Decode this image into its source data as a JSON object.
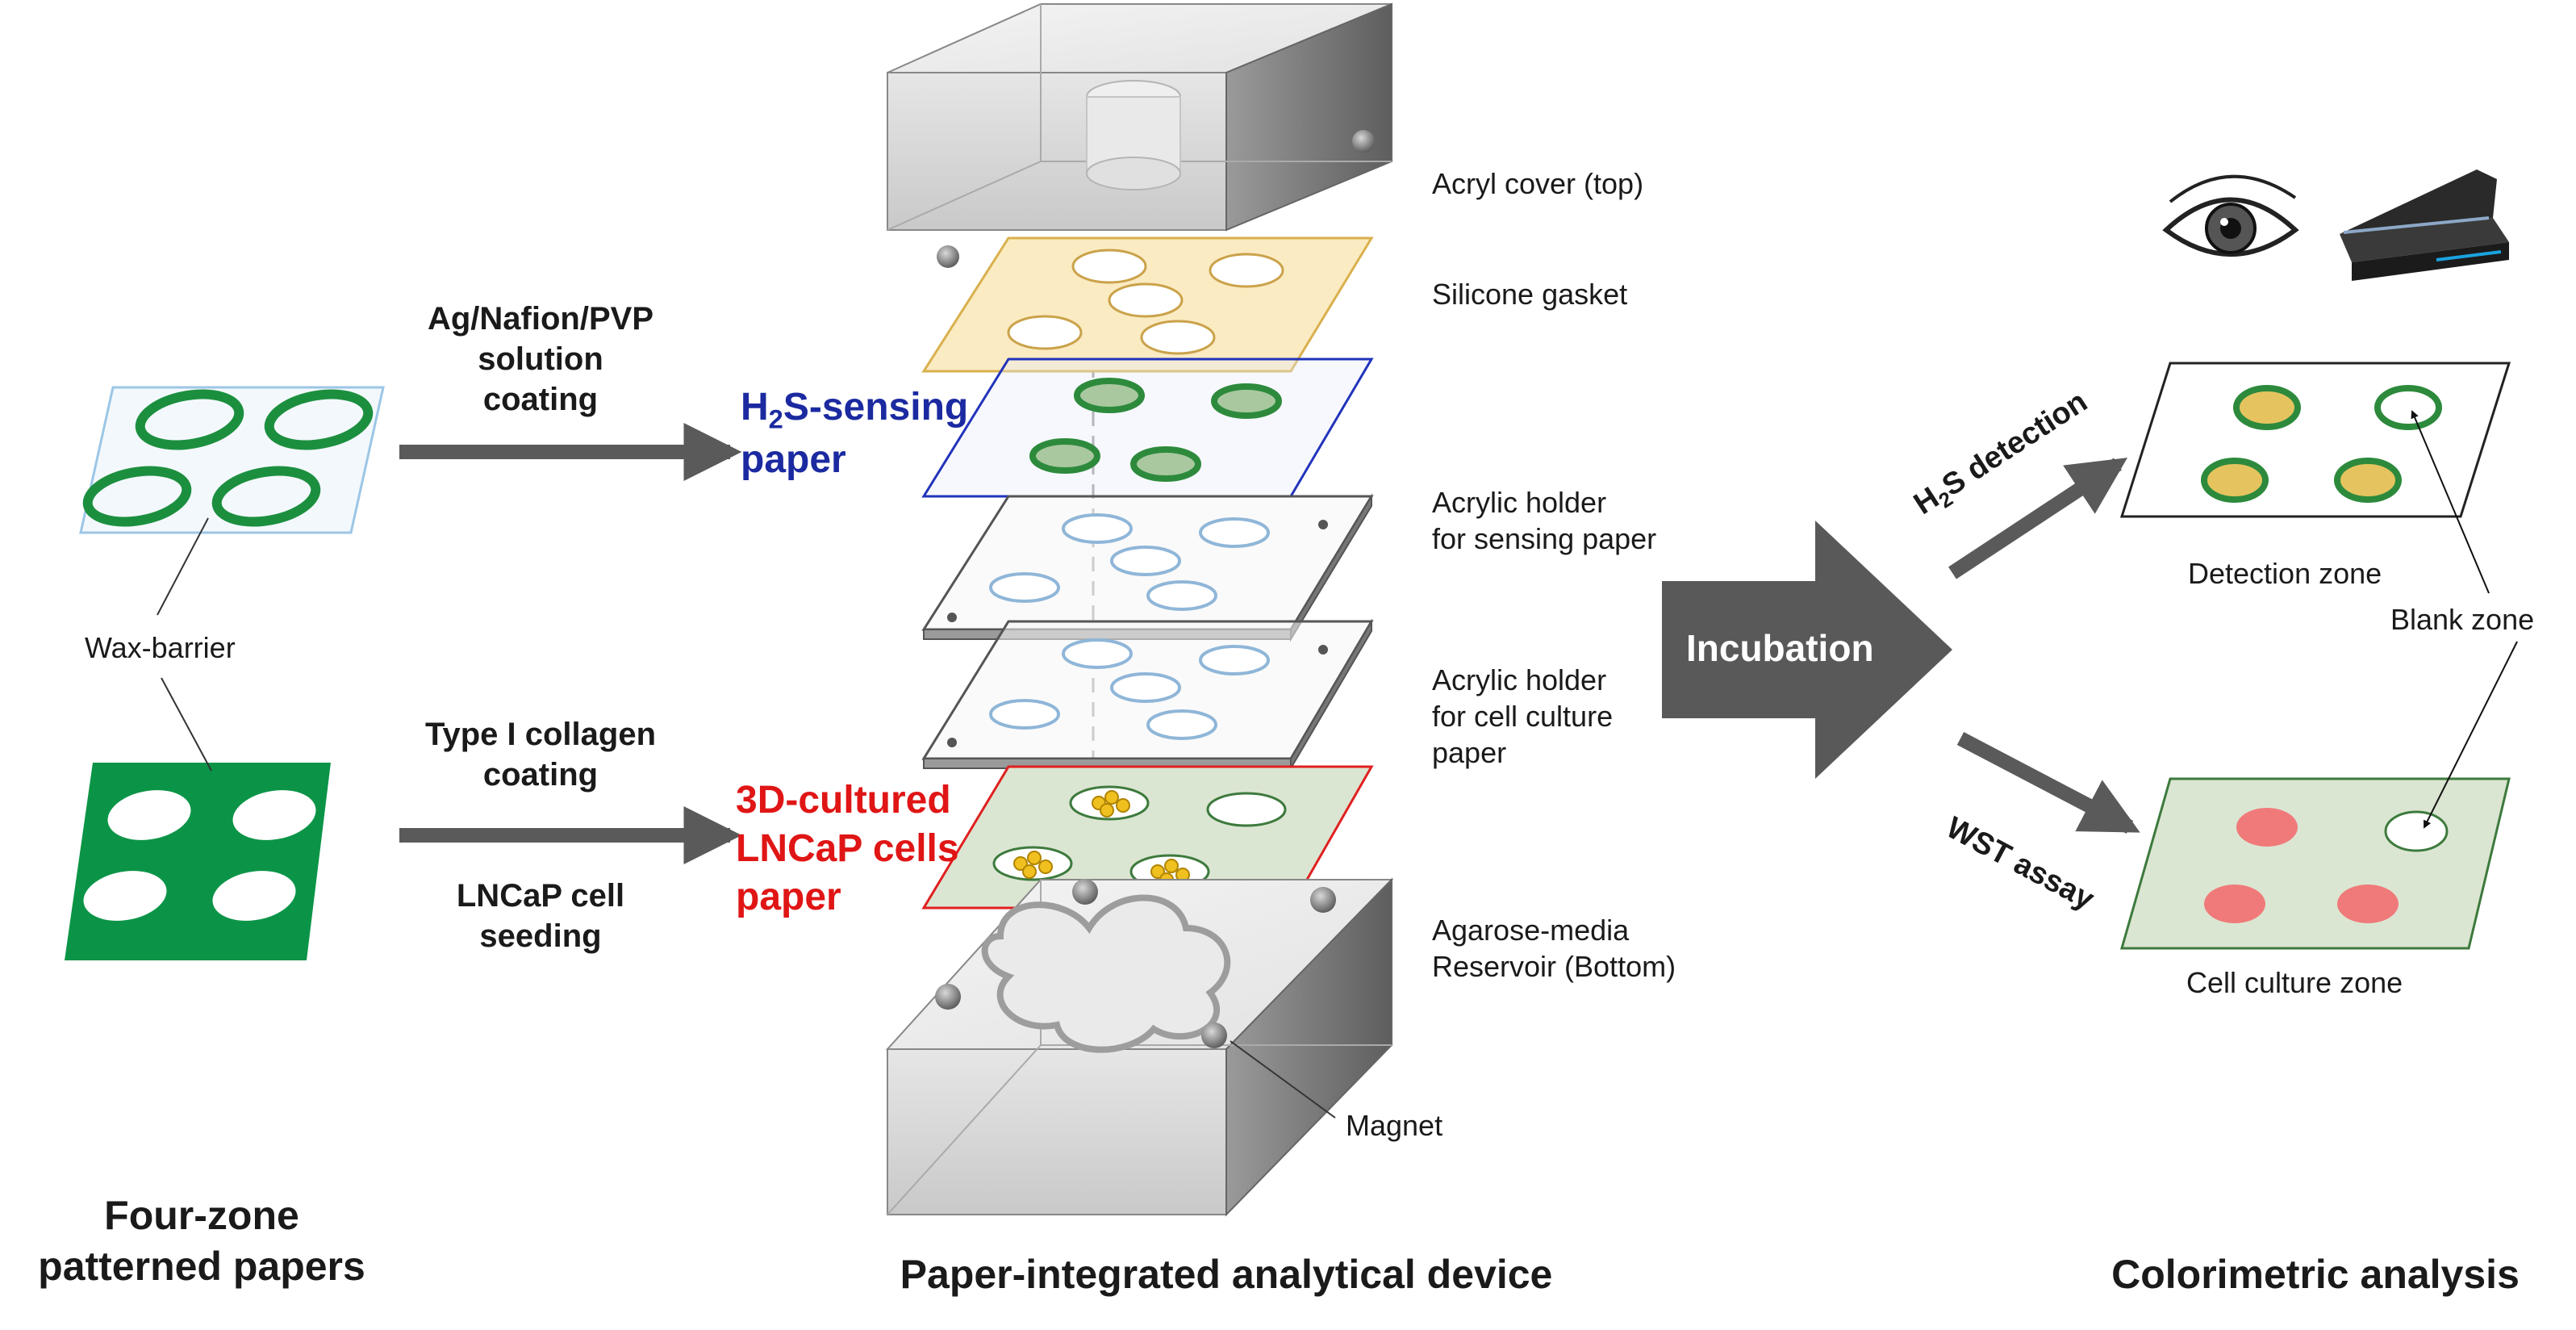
{
  "left": {
    "wax_barrier": "Wax-barrier",
    "caption_line1": "Four-zone",
    "caption_line2": "patterned papers"
  },
  "process_top": {
    "line1": "Ag/Nafion/PVP",
    "line2": "solution",
    "line3": "coating"
  },
  "process_bottom": {
    "line1": "Type I collagen",
    "line2": "coating",
    "line3": "LNCaP cell",
    "line4": "seeding"
  },
  "middle": {
    "sensing_paper_prefix": "H",
    "sensing_paper_sub": "2",
    "sensing_paper_suffix": "S-sensing",
    "sensing_paper_line2": "paper",
    "culture_line1": "3D-cultured",
    "culture_line2": "LNCaP cells",
    "culture_line3": "paper",
    "caption": "Paper-integrated analytical device"
  },
  "layers": {
    "acryl_cover": "Acryl cover (top)",
    "silicone_gasket": "Silicone gasket",
    "holder_sensing_1": "Acrylic holder",
    "holder_sensing_2": "for sensing paper",
    "holder_culture_1": "Acrylic holder",
    "holder_culture_2": "for cell culture",
    "holder_culture_3": "paper",
    "reservoir_1": "Agarose-media",
    "reservoir_2": "Reservoir (Bottom)",
    "magnet": "Magnet"
  },
  "right": {
    "incubation": "Incubation",
    "h2s_prefix": "H",
    "h2s_sub": "2",
    "h2s_suffix": "S detection",
    "wst": "WST assay",
    "detection_zone": "Detection zone",
    "blank_zone": "Blank zone",
    "culture_zone": "Cell culture zone",
    "caption": "Colorimetric analysis"
  },
  "colors": {
    "green": "#0b9447",
    "ring_green": "#2d8a3c",
    "gold": "#e5c45f",
    "red_spot": "#f07a7a",
    "arrow_gray": "#5a5a5a",
    "blue_outline": "#2233bb",
    "red_outline": "#e02020",
    "gasket": "#fbebc2",
    "gasket_edge": "#d9b04e",
    "culture_fill": "#dbe6d2"
  },
  "icons": [
    "eye-icon",
    "scanner-icon"
  ]
}
